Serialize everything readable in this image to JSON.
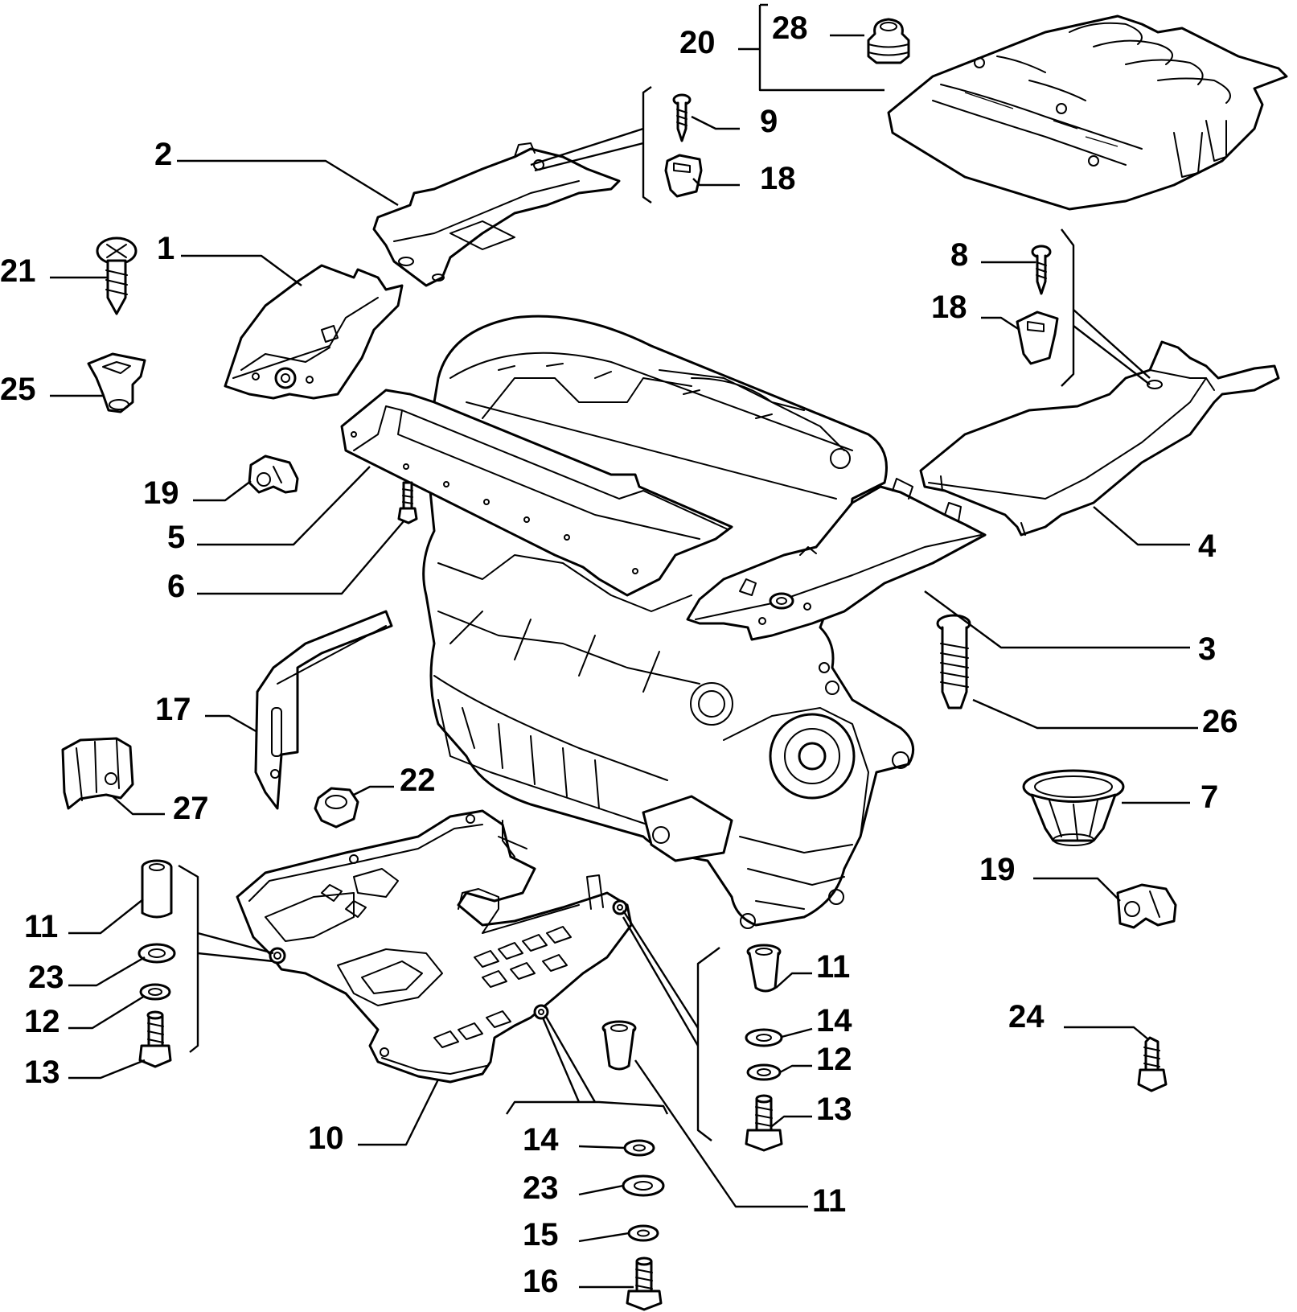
{
  "diagram": {
    "callouts": {
      "c1": "1",
      "c2": "2",
      "c3": "3",
      "c4": "4",
      "c5": "5",
      "c6": "6",
      "c7": "7",
      "c8": "8",
      "c9": "9",
      "c10": "10",
      "c11a": "11",
      "c11b": "11",
      "c11c": "11",
      "c12a": "12",
      "c12b": "12",
      "c13a": "13",
      "c13b": "13",
      "c14a": "14",
      "c14b": "14",
      "c15": "15",
      "c16": "16",
      "c17": "17",
      "c18a": "18",
      "c18b": "18",
      "c19a": "19",
      "c19b": "19",
      "c20": "20",
      "c21": "21",
      "c22": "22",
      "c23a": "23",
      "c23b": "23",
      "c24": "24",
      "c25": "25",
      "c26": "26",
      "c27": "27",
      "c28": "28"
    }
  }
}
